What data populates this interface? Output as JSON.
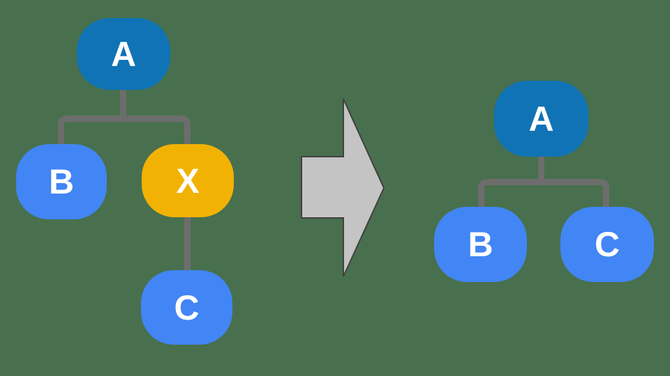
{
  "diagram": {
    "kind": "tree-transformation",
    "before": {
      "nodes": [
        {
          "id": "A",
          "label": "A",
          "role": "parent"
        },
        {
          "id": "B",
          "label": "B",
          "role": "child"
        },
        {
          "id": "X",
          "label": "X",
          "role": "highlight"
        },
        {
          "id": "C",
          "label": "C",
          "role": "child"
        }
      ],
      "edges": [
        "A-B",
        "A-X",
        "X-C"
      ]
    },
    "arrow": {
      "direction": "right"
    },
    "after": {
      "nodes": [
        {
          "id": "A",
          "label": "A",
          "role": "parent"
        },
        {
          "id": "B",
          "label": "B",
          "role": "child"
        },
        {
          "id": "C",
          "label": "C",
          "role": "child"
        }
      ],
      "edges": [
        "A-B",
        "A-C"
      ]
    }
  },
  "colors": {
    "background": "#48704E",
    "node_parent": "#0F73B5",
    "node_child": "#4285F4",
    "node_highlight": "#F2B204",
    "connector": "#6D6D6D",
    "arrow_fill": "#C4C4C4",
    "arrow_outline": "#414141",
    "label_text": "#FFFFFF"
  }
}
